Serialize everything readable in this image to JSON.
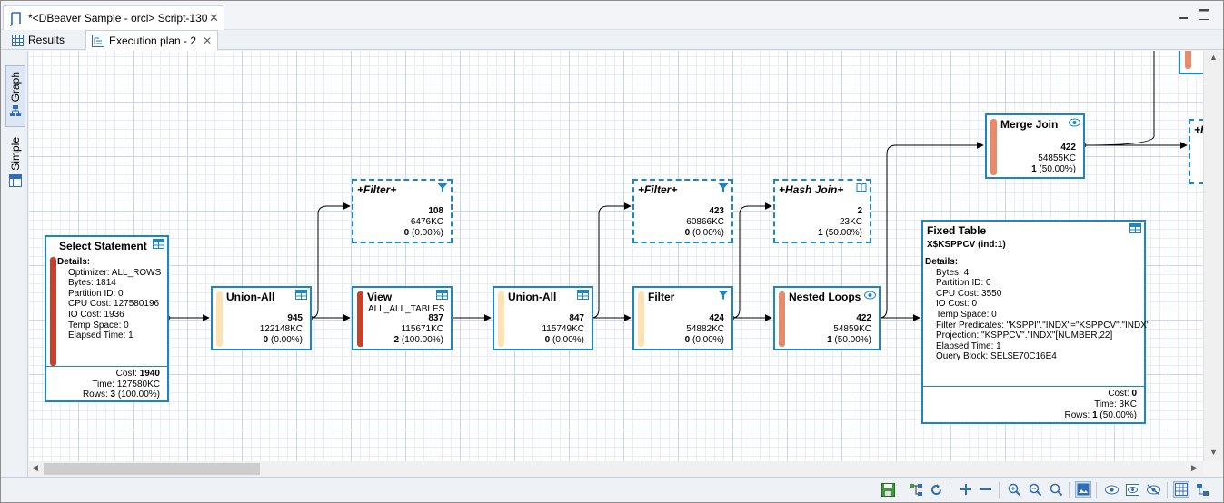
{
  "window": {
    "tab_title": "*<DBeaver Sample - orcl> Script-130"
  },
  "subtabs": [
    {
      "label": "Results"
    },
    {
      "label": "Execution plan - 2"
    }
  ],
  "side_tabs": [
    {
      "label": "Graph"
    },
    {
      "label": "Simple"
    }
  ],
  "nodes": {
    "select": {
      "title": "Select Statement",
      "details_label": "Details:",
      "details": [
        "Optimizer: ALL_ROWS",
        "Bytes: 1814",
        "Partition ID: 0",
        "CPU Cost: 127580196",
        "IO Cost: 1936",
        "Temp Space: 0",
        "Elapsed Time: 1"
      ],
      "cost_label": "Cost:",
      "cost": "1940",
      "time_label": "Time:",
      "time": "127580KC",
      "rows_label": "Rows:",
      "rows": "3",
      "rows_pct": "(100.00%)"
    },
    "union1": {
      "title": "Union-All",
      "v1": "945",
      "v2": "122148KC",
      "v3a": "0",
      "v3b": "(0.00%)"
    },
    "filter_top1": {
      "title": "+Filter+",
      "v1": "108",
      "v2": "6476KC",
      "v3a": "0",
      "v3b": "(0.00%)"
    },
    "view": {
      "title": "View",
      "sub": "ALL_ALL_TABLES",
      "v1": "837",
      "v2": "115671KC",
      "v3a": "2",
      "v3b": "(100.00%)"
    },
    "union2": {
      "title": "Union-All",
      "v1": "847",
      "v2": "115749KC",
      "v3a": "0",
      "v3b": "(0.00%)"
    },
    "filter_top2": {
      "title": "+Filter+",
      "v1": "423",
      "v2": "60866KC",
      "v3a": "0",
      "v3b": "(0.00%)"
    },
    "filter": {
      "title": "Filter",
      "v1": "424",
      "v2": "54882KC",
      "v3a": "0",
      "v3b": "(0.00%)"
    },
    "hashjoin": {
      "title": "+Hash Join+",
      "v1": "2",
      "v2": "23KC",
      "v3a": "1",
      "v3b": "(50.00%)"
    },
    "nested": {
      "title": "Nested Loops",
      "v1": "422",
      "v2": "54859KC",
      "v3a": "1",
      "v3b": "(50.00%)"
    },
    "merge": {
      "title": "Merge Join",
      "v1": "422",
      "v2": "54855KC",
      "v3a": "1",
      "v3b": "(50.00%)"
    },
    "partial": {
      "title": "+E"
    },
    "fixed": {
      "title": "Fixed Table",
      "sub": "X$KSPPCV (ind:1)",
      "details_label": "Details:",
      "details": [
        "Bytes: 4",
        "Partition ID: 0",
        "CPU Cost: 3550",
        "IO Cost: 0",
        "Temp Space: 0",
        "Filter Predicates: \"KSPPI\".\"INDX\"=\"KSPPCV\".\"INDX\"",
        "Projection: \"KSPPCV\".\"INDX\"[NUMBER,22]",
        "Elapsed Time: 1",
        "Query Block: SEL$E70C16E4"
      ],
      "cost_label": "Cost:",
      "cost": "0",
      "time_label": "Time:",
      "time": "3KC",
      "rows_label": "Rows:",
      "rows": "1",
      "rows_pct": "(50.00%)"
    }
  },
  "colors": {
    "node_border": "#1a86c8",
    "bar_red": "#c9402a",
    "bar_salmon": "#e58a6a",
    "bar_beige": "#fde2b2",
    "grid": "#ccd6e6"
  }
}
